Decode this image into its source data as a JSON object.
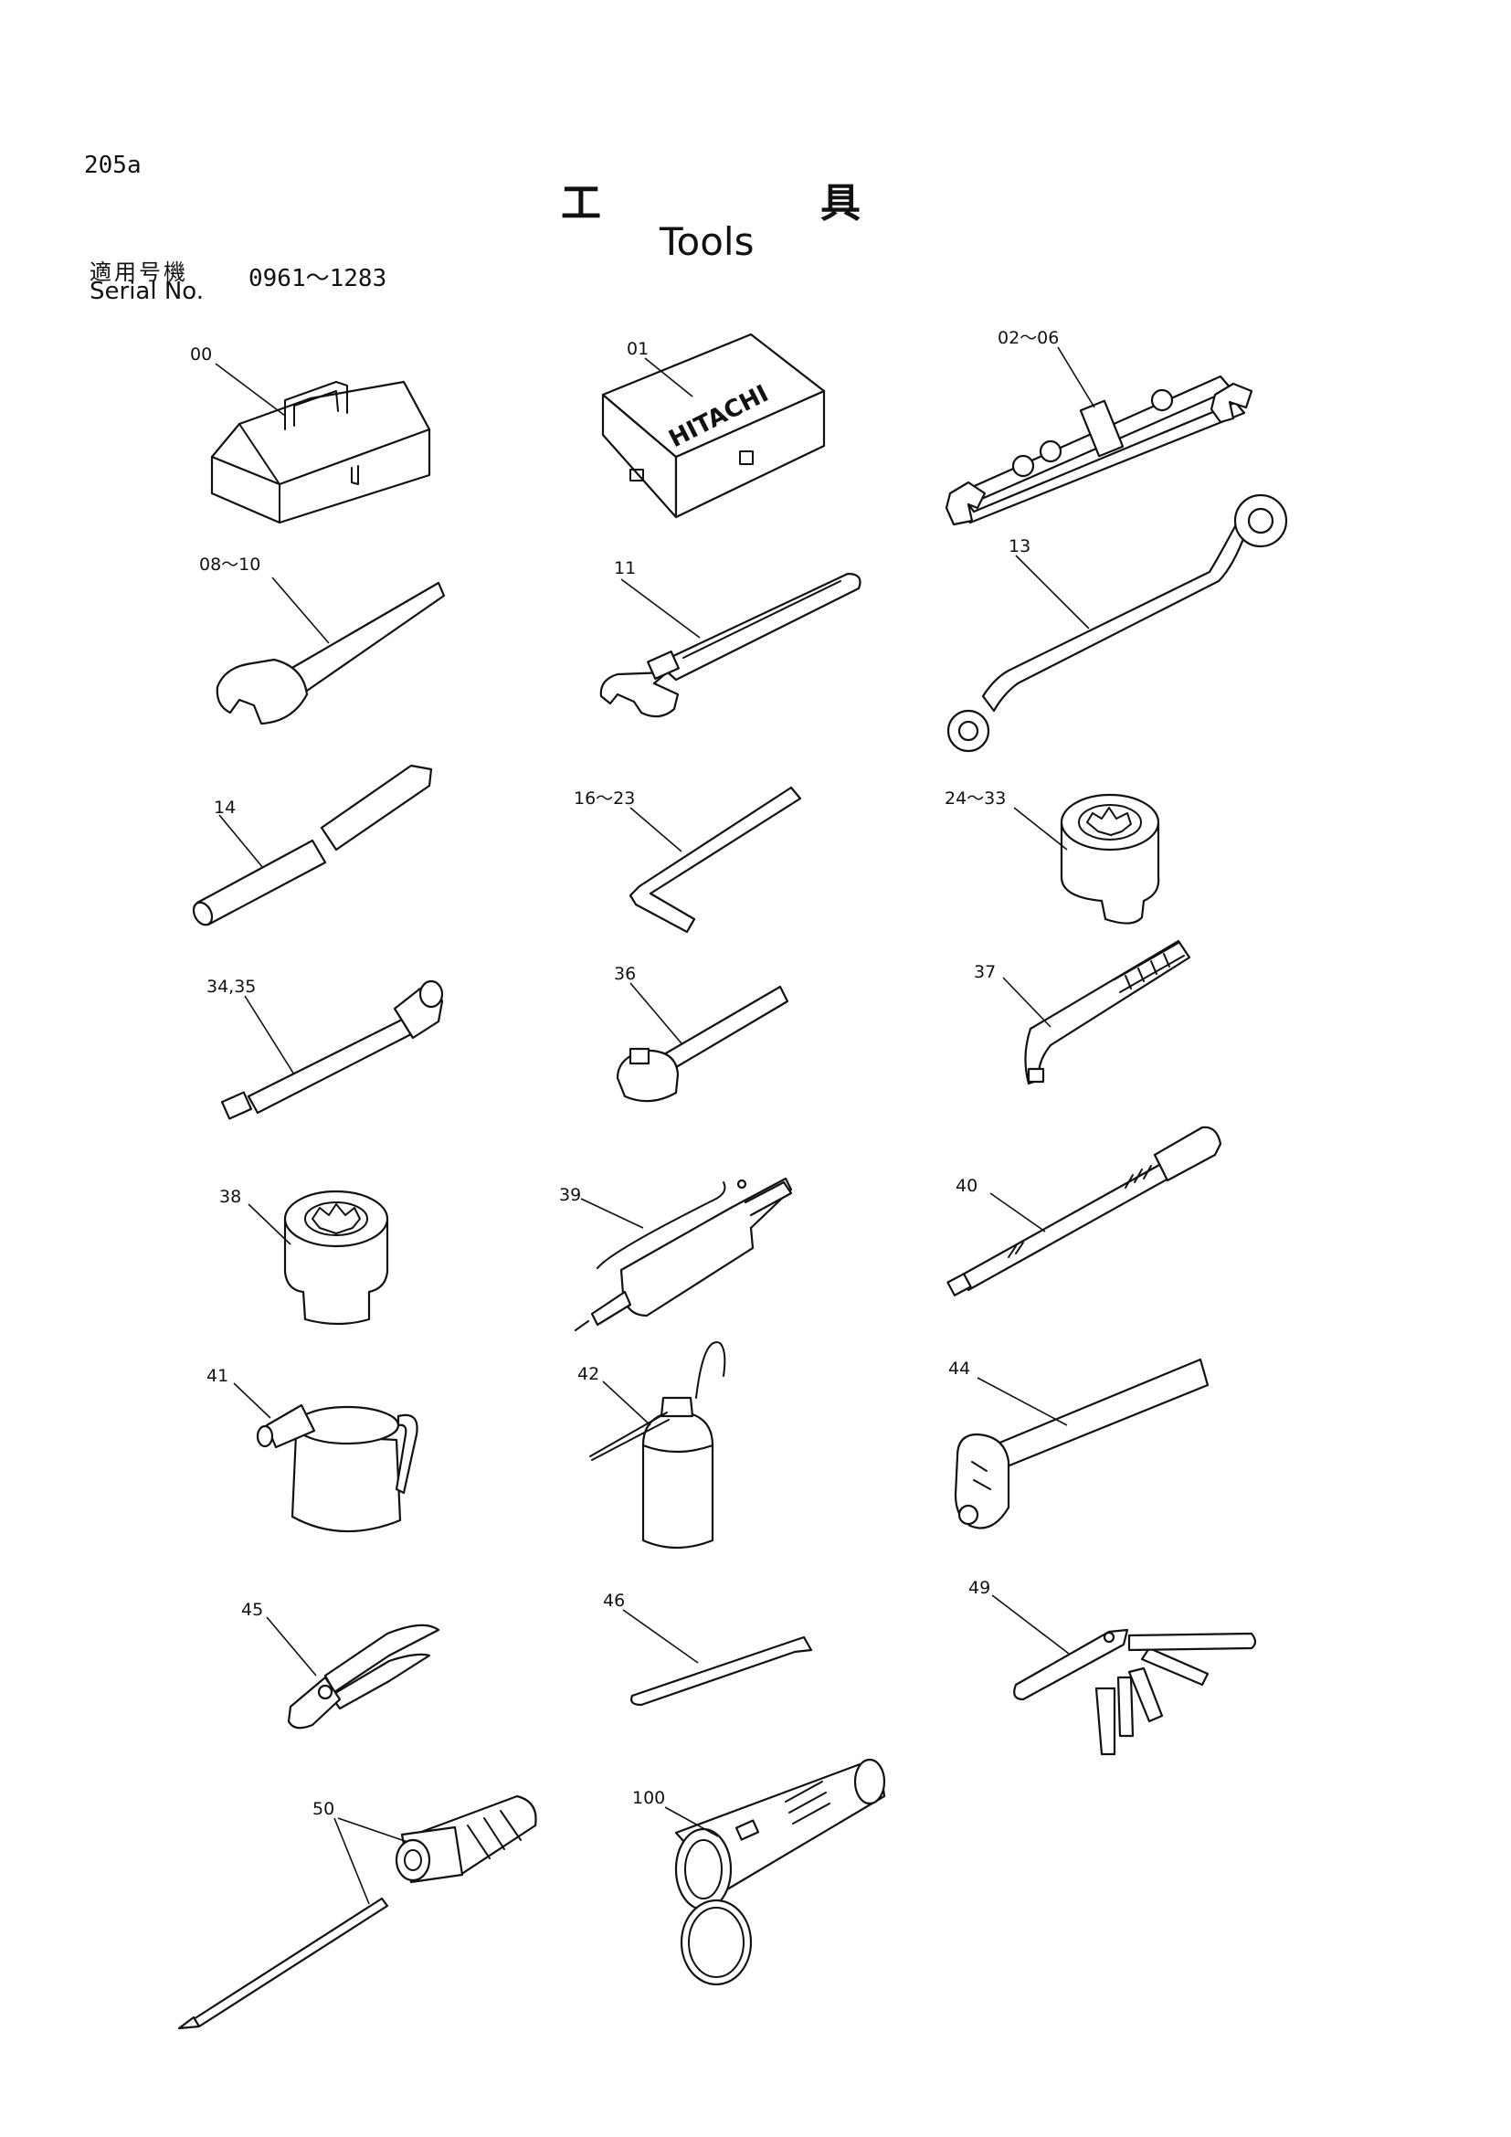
{
  "page_number": "205a",
  "title": {
    "japanese_left": "工",
    "japanese_right": "具",
    "english": "Tools"
  },
  "serial": {
    "label_japanese": "適用号機",
    "label_english": "Serial No.",
    "range": "0961～1283"
  },
  "box_brand": "HITACHI",
  "parts": [
    {
      "id": "toolbox",
      "label": "00"
    },
    {
      "id": "tool-case",
      "label": "01"
    },
    {
      "id": "double-open-spanner-set",
      "label": "02～06"
    },
    {
      "id": "single-open-wrench",
      "label": "08～10"
    },
    {
      "id": "adjustable-wrench",
      "label": "11"
    },
    {
      "id": "offset-ring-spanner",
      "label": "13"
    },
    {
      "id": "extension-bar",
      "label": "14"
    },
    {
      "id": "hex-key",
      "label": "16～23"
    },
    {
      "id": "socket",
      "label": "24～33"
    },
    {
      "id": "socket-extension",
      "label": "34,35"
    },
    {
      "id": "ratchet-handle",
      "label": "36"
    },
    {
      "id": "l-handle",
      "label": "37"
    },
    {
      "id": "large-socket",
      "label": "38"
    },
    {
      "id": "grease-gun",
      "label": "39"
    },
    {
      "id": "torque-wrench",
      "label": "40"
    },
    {
      "id": "oil-jug",
      "label": "41"
    },
    {
      "id": "oil-can",
      "label": "42"
    },
    {
      "id": "hammer",
      "label": "44"
    },
    {
      "id": "pliers",
      "label": "45"
    },
    {
      "id": "pry-bar",
      "label": "46"
    },
    {
      "id": "feeler-gauge",
      "label": "49"
    },
    {
      "id": "screwdriver",
      "label": "50"
    },
    {
      "id": "flashlight",
      "label": "100"
    }
  ]
}
